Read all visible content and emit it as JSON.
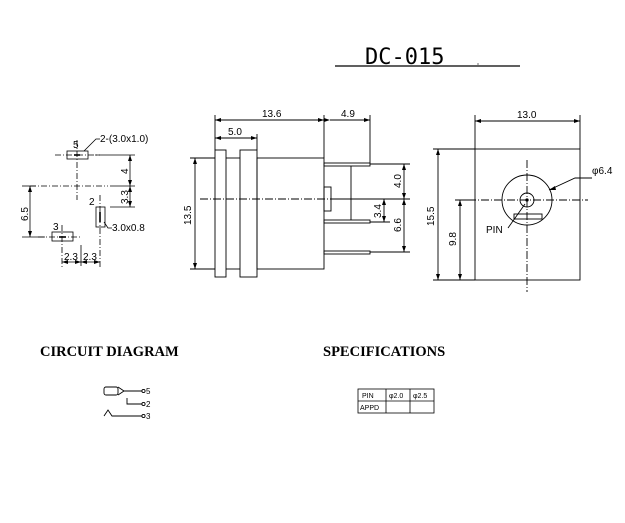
{
  "title": "DC-015",
  "section_titles": {
    "circuit": "CIRCUIT DIAGRAM",
    "specs": "SPECIFICATIONS"
  },
  "footprint_view": {
    "pad_label_5": "5",
    "pad_label_2": "2",
    "pad_label_3": "3",
    "slot_callout": "2-(3.0x1.0)",
    "slot_callout_2": "3.0x0.8",
    "dim_4": "4",
    "dim_3_3": "3.3",
    "dim_6_5": "6.5",
    "dim_2_3_a": "2.3",
    "dim_2_3_b": "2.3"
  },
  "side_view": {
    "dim_13_6": "13.6",
    "dim_4_9": "4.9",
    "dim_5_0": "5.0",
    "dim_13_5": "13.5",
    "dim_4_0": "4.0",
    "dim_3_4": "3.4",
    "dim_6_6": "6.6"
  },
  "front_view": {
    "dim_13_0": "13.0",
    "dim_15_5": "15.5",
    "dim_9_8": "9.8",
    "dim_phi": "φ6.4",
    "pin_label": "PIN"
  },
  "circuit": {
    "pin5": "5",
    "pin2": "2",
    "pin3": "3"
  },
  "spec_table": {
    "headers": [
      "PIN",
      "φ2.0",
      "φ2.5"
    ],
    "row_label": "APPD",
    "cells": [
      "",
      ""
    ]
  }
}
